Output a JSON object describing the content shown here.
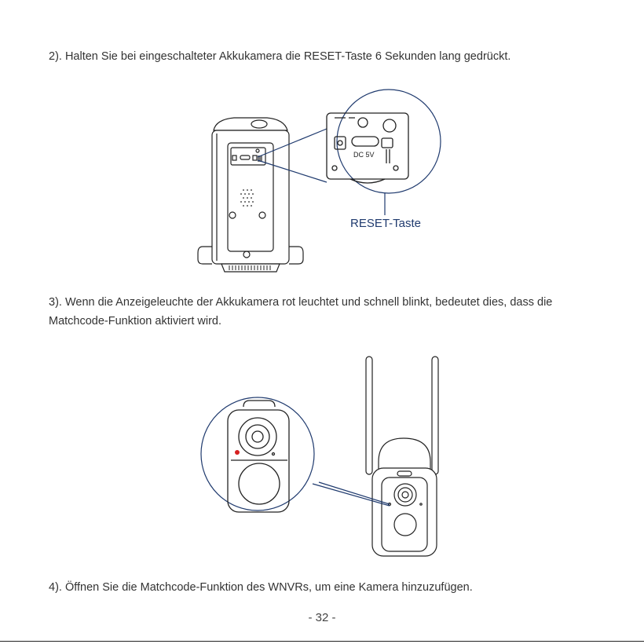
{
  "steps": [
    {
      "text": "2). Halten Sie bei eingeschalteter Akkukamera die RESET-Taste 6 Sekunden lang gedrückt."
    },
    {
      "text": "3). Wenn die Anzeigeleuchte der Akkukamera rot leuchtet und schnell blinkt, bedeutet dies, dass die Matchcode-Funktion aktiviert wird."
    },
    {
      "text": "4). Öffnen Sie die Matchcode-Funktion des WNVRs, um eine Kamera hinzuzufügen."
    }
  ],
  "figure1": {
    "callout_label": "RESET-Taste",
    "port_label": "DC  5V",
    "small_port_label": "DC 5V"
  },
  "page_number": "- 32 -",
  "colors": {
    "callout": "#1f3a6e",
    "indicator_led": "#d62020",
    "line_art": "#222222"
  }
}
